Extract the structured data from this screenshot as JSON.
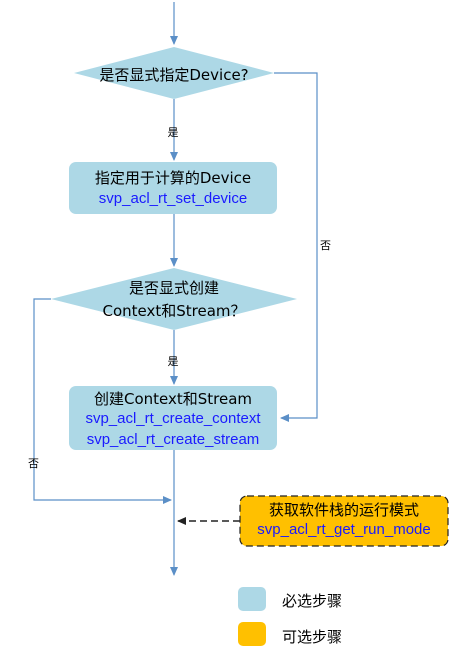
{
  "colors": {
    "required": "#add8e6",
    "optional": "#ffc000",
    "line": "#5b8fc7",
    "api_text": "#1a1aff"
  },
  "decision1": {
    "label": "是否显式指定Device?",
    "yes": "是",
    "no": "否"
  },
  "step1": {
    "title": "指定用于计算的Device",
    "api": "svp_acl_rt_set_device"
  },
  "decision2": {
    "line1": "是否显式创建",
    "line2": "Context和Stream？",
    "yes": "是",
    "no": "否"
  },
  "step2": {
    "title": "创建Context和Stream",
    "api1": "svp_acl_rt_create_context",
    "api2": "svp_acl_rt_create_stream"
  },
  "optional_step": {
    "title": "获取软件栈的运行模式",
    "api": "svp_acl_rt_get_run_mode"
  },
  "legend": {
    "required": "必选步骤",
    "optional": "可选步骤"
  }
}
